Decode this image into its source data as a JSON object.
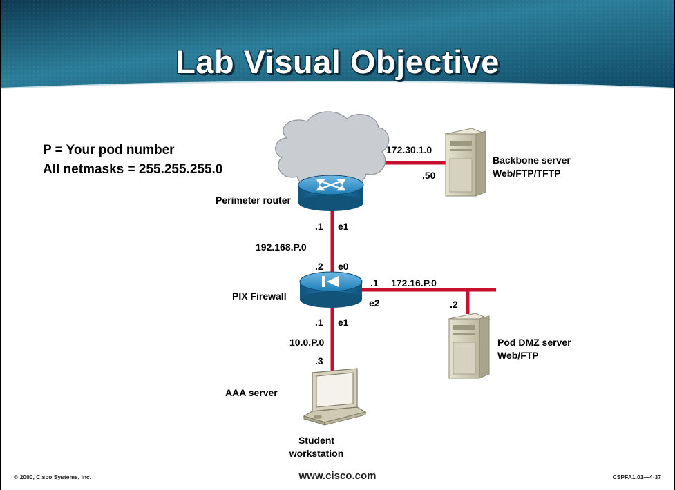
{
  "slide": {
    "title": "Lab Visual Objective"
  },
  "notes": {
    "pod_line": "P = Your pod number",
    "netmask_line": "All netmasks = 255.255.255.0"
  },
  "devices": {
    "perimeter_router": "Perimeter router",
    "pix_firewall": "PIX Firewall",
    "aaa_server": "AAA server",
    "student_workstation_line1": "Student",
    "student_workstation_line2": "workstation",
    "backbone_server_line1": "Backbone server",
    "backbone_server_line2": "Web/FTP/TFTP",
    "dmz_server_line1": "Pod DMZ server",
    "dmz_server_line2": "Web/FTP"
  },
  "links": {
    "backbone_net": "172.30.1.0",
    "backbone_host": ".50",
    "router_host": ".1",
    "router_if": "e1",
    "outside_net": "192.168.P.0",
    "pix_outside_host": ".2",
    "pix_outside_if": "e0",
    "dmz_pix_host": ".1",
    "dmz_net": "172.16.P.0",
    "dmz_if": "e2",
    "dmz_server_host": ".2",
    "pix_inside_host": ".1",
    "pix_inside_if": "e1",
    "inside_net": "10.0.P.0",
    "workstation_host": ".3"
  },
  "footer": {
    "copyright": "© 2000, Cisco Systems, Inc.",
    "url": "www.cisco.com",
    "code": "CSPFA1.01—4-37"
  },
  "colors": {
    "link": "#c8102e",
    "banner_dark": "#0e3a52",
    "banner_mid": "#2b7e9a",
    "device_blue": "#1f7fb8",
    "server_beige": "#d8d4c0"
  }
}
